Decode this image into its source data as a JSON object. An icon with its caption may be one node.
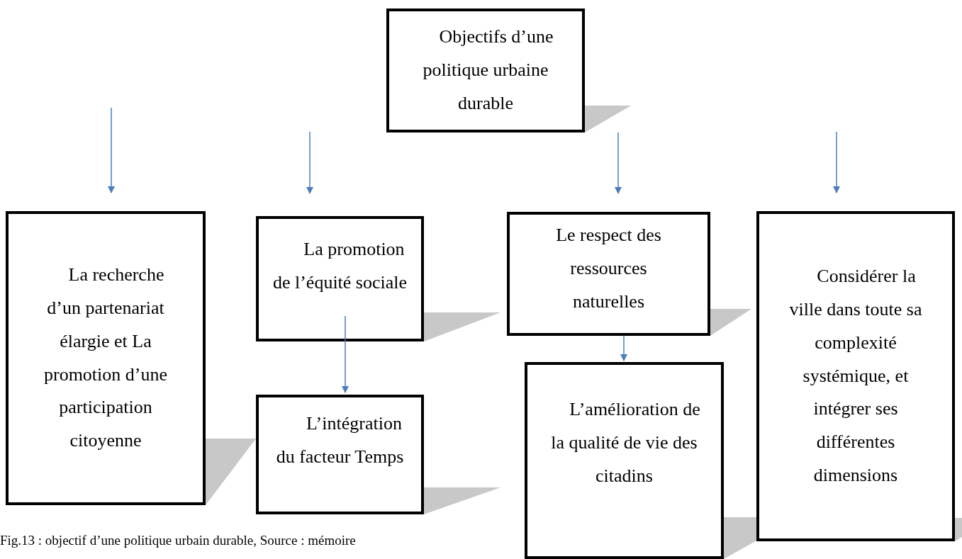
{
  "diagram": {
    "caption": "Fig.13 : objectif d’une politique urbain durable, Source : mémoire",
    "nodes": [
      {
        "text": [
          "Objectifs d’une politique urbaine durable"
        ]
      },
      {
        "text": [
          "La recherche d’un partenariat élargie et La promotion d’une participation citoyenne"
        ]
      },
      {
        "text": [
          "La promotion de l’équité sociale"
        ]
      },
      {
        "text": [
          "L’intégration du facteur Temps"
        ]
      },
      {
        "text": [
          "Le respect des ressources naturelles"
        ]
      },
      {
        "text": [
          "L’amélioration de la qualité de vie des citadins"
        ]
      },
      {
        "text": [
          "Considérer la ville dans toute sa complexité systémique, et intégrer ses différentes dimensions"
        ]
      }
    ],
    "edges": [
      {
        "from": null,
        "to": 1,
        "arrow": "to"
      },
      {
        "from": null,
        "to": 2,
        "arrow": "to"
      },
      {
        "from": 0,
        "to": 4,
        "arrow": "to"
      },
      {
        "from": null,
        "to": 6,
        "arrow": "to"
      },
      {
        "from": 2,
        "to": 3,
        "arrow": "to"
      },
      {
        "from": 4,
        "to": 5,
        "arrow": "to"
      }
    ]
  }
}
